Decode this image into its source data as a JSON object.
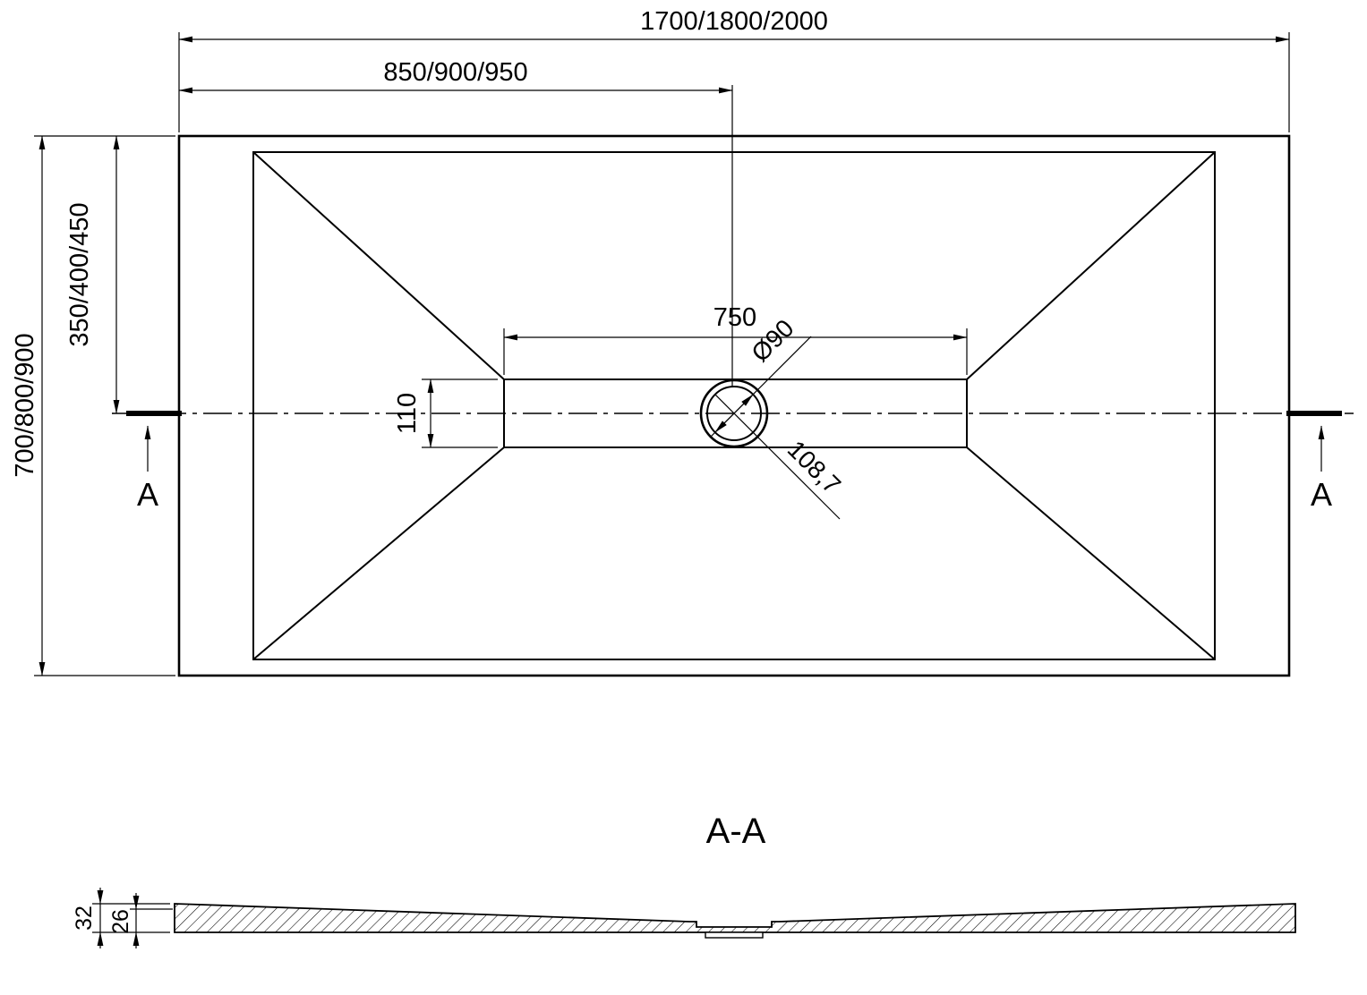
{
  "drawing": {
    "line_color": "#000000",
    "background": "#ffffff"
  },
  "top_view": {
    "dim_total_width": "1700/1800/2000",
    "dim_half_width": "850/900/950",
    "dim_total_depth": "700/800/900",
    "dim_half_depth": "350/400/450",
    "dim_channel_length": "750",
    "dim_channel_width": "110",
    "dim_drain_diameter": "Ø90",
    "dim_drain_note": "108,7",
    "section_marker_left": "A",
    "section_marker_right": "A"
  },
  "section_view": {
    "title": "A-A",
    "dim_total_height": "32",
    "dim_inner_height": "26"
  }
}
